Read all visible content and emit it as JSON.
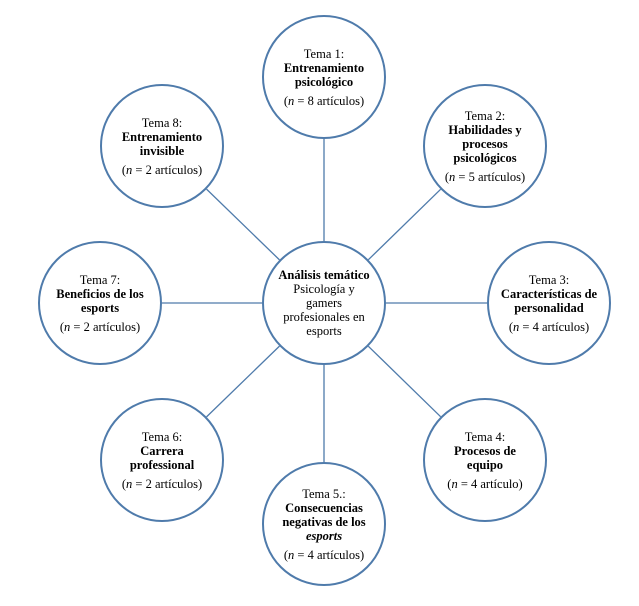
{
  "center": {
    "title": "Análisis temático",
    "subtitle": "Psicología y gamers profesionales en esports"
  },
  "themes": [
    {
      "id": 1,
      "label": "Tema 1:",
      "name": "Entrenamiento psicológico",
      "name_italic": "",
      "count": "(n = 8 artículos)"
    },
    {
      "id": 2,
      "label": "Tema 2:",
      "name": "Habilidades y procesos psicológicos",
      "name_italic": "",
      "count": "(n = 5 artículos)"
    },
    {
      "id": 3,
      "label": "Tema 3:",
      "name": "Características de personalidad",
      "name_italic": "",
      "count": "(n = 4 artículos)"
    },
    {
      "id": 4,
      "label": "Tema 4:",
      "name": "Procesos de equipo",
      "name_italic": "",
      "count": "(n = 4 artículo)"
    },
    {
      "id": 5,
      "label": "Tema 5.:",
      "name": "Consecuencias negativas de los",
      "name_italic": "esports",
      "count": "(n = 4 artículos)"
    },
    {
      "id": 6,
      "label": "Tema 6:",
      "name": "Carrera professional",
      "name_italic": "",
      "count": "(n = 2 artículos)"
    },
    {
      "id": 7,
      "label": "Tema 7:",
      "name": "Beneficios de los esports",
      "name_italic": "",
      "count": "(n = 2 artículos)"
    },
    {
      "id": 8,
      "label": "Tema 8:",
      "name": "Entrenamiento invisible",
      "name_italic": "",
      "count": "(n = 2 artículos)"
    }
  ],
  "colors": {
    "circle_border": "#4f7bab",
    "connector": "#4f7bab",
    "background": "#ffffff"
  }
}
